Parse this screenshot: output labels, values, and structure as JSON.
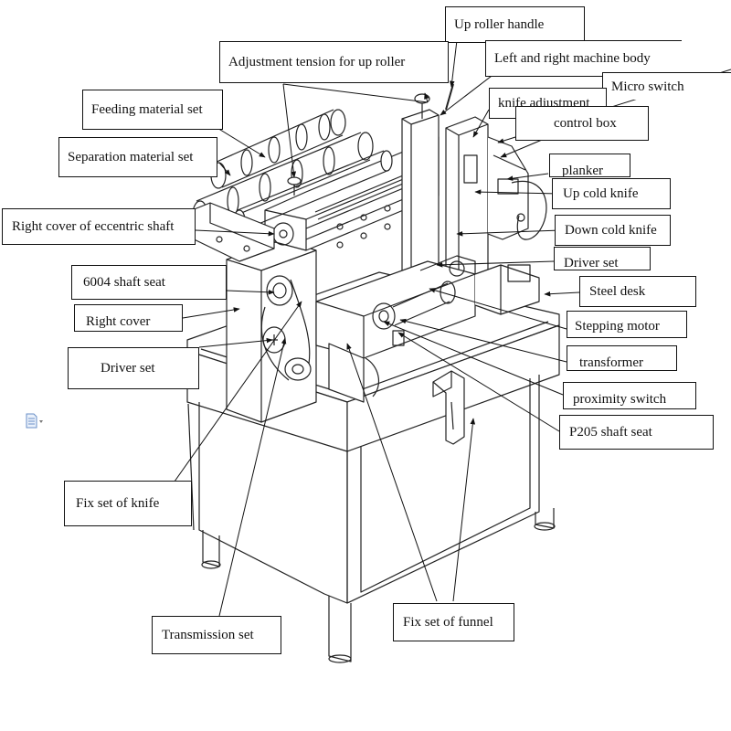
{
  "diagram": {
    "labels": {
      "up_roller_handle": "Up roller    handle",
      "left_right_machine_body": "Left and right machine body",
      "adjustment_tension": "Adjustment tension for up roller",
      "micro_switch": "Micro switch",
      "knife_adjustment": "knife adjustment",
      "feeding_material_set": "Feeding material set",
      "control_box": "control box",
      "separation_material_set": "Separation material set",
      "planker": "planker",
      "up_cold_knife": "Up cold knife",
      "right_cover_eccentric_shaft": "Right cover of eccentric shaft",
      "down_cold_knife": "Down cold knife",
      "driver_set_right": "Driver set",
      "shaft_seat_6004": "6004 shaft seat",
      "steel_desk": "Steel desk",
      "right_cover": "Right cover",
      "stepping_motor": "Stepping motor",
      "transformer": "transformer",
      "driver_set_left": "Driver set",
      "proximity_switch": "proximity switch",
      "p205_shaft_seat": "P205    shaft seat",
      "fix_set_of_knife": "Fix set of knife",
      "fix_set_of_funnel": "Fix set of funnel",
      "transmission_set": "Transmission set"
    }
  }
}
